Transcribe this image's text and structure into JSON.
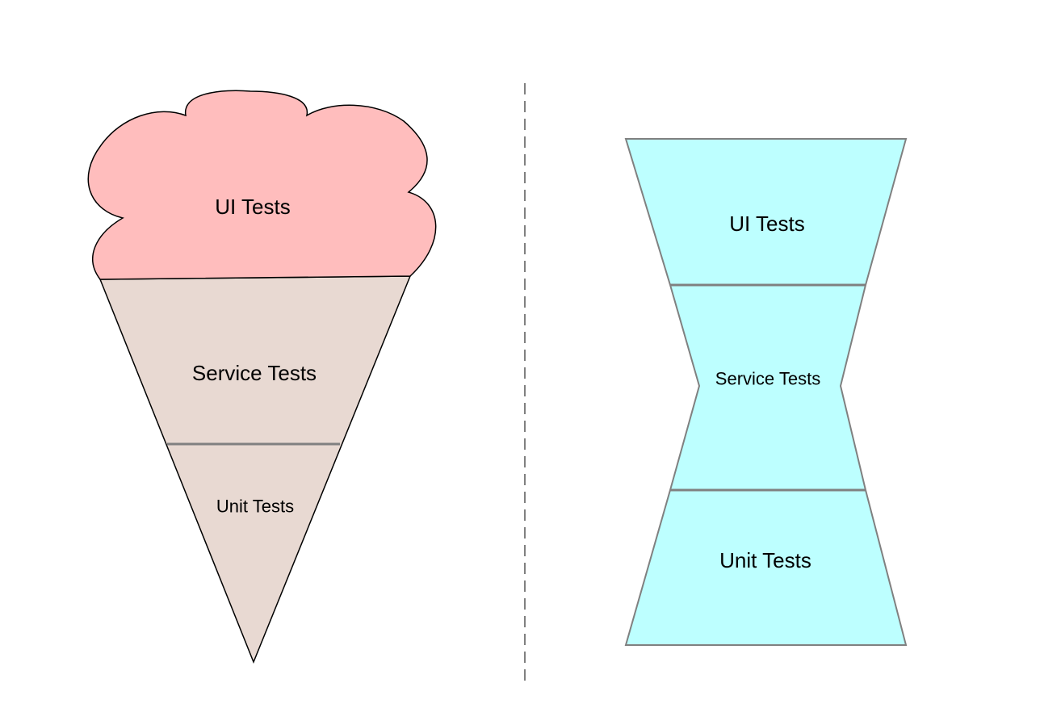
{
  "ice_cream_cone": {
    "top_label": "UI Tests",
    "middle_label": "Service Tests",
    "bottom_label": "Unit Tests",
    "scoop_color": "#FFBDBD",
    "cone_color": "#E8D9D2"
  },
  "hourglass": {
    "top_label": "UI Tests",
    "middle_label": "Service Tests",
    "bottom_label": "Unit Tests",
    "fill_color": "#BDFFFF"
  },
  "colors": {
    "outline": "#000000",
    "hourglass_outline": "#808080",
    "separator": "#808080",
    "divider": "#808080"
  }
}
